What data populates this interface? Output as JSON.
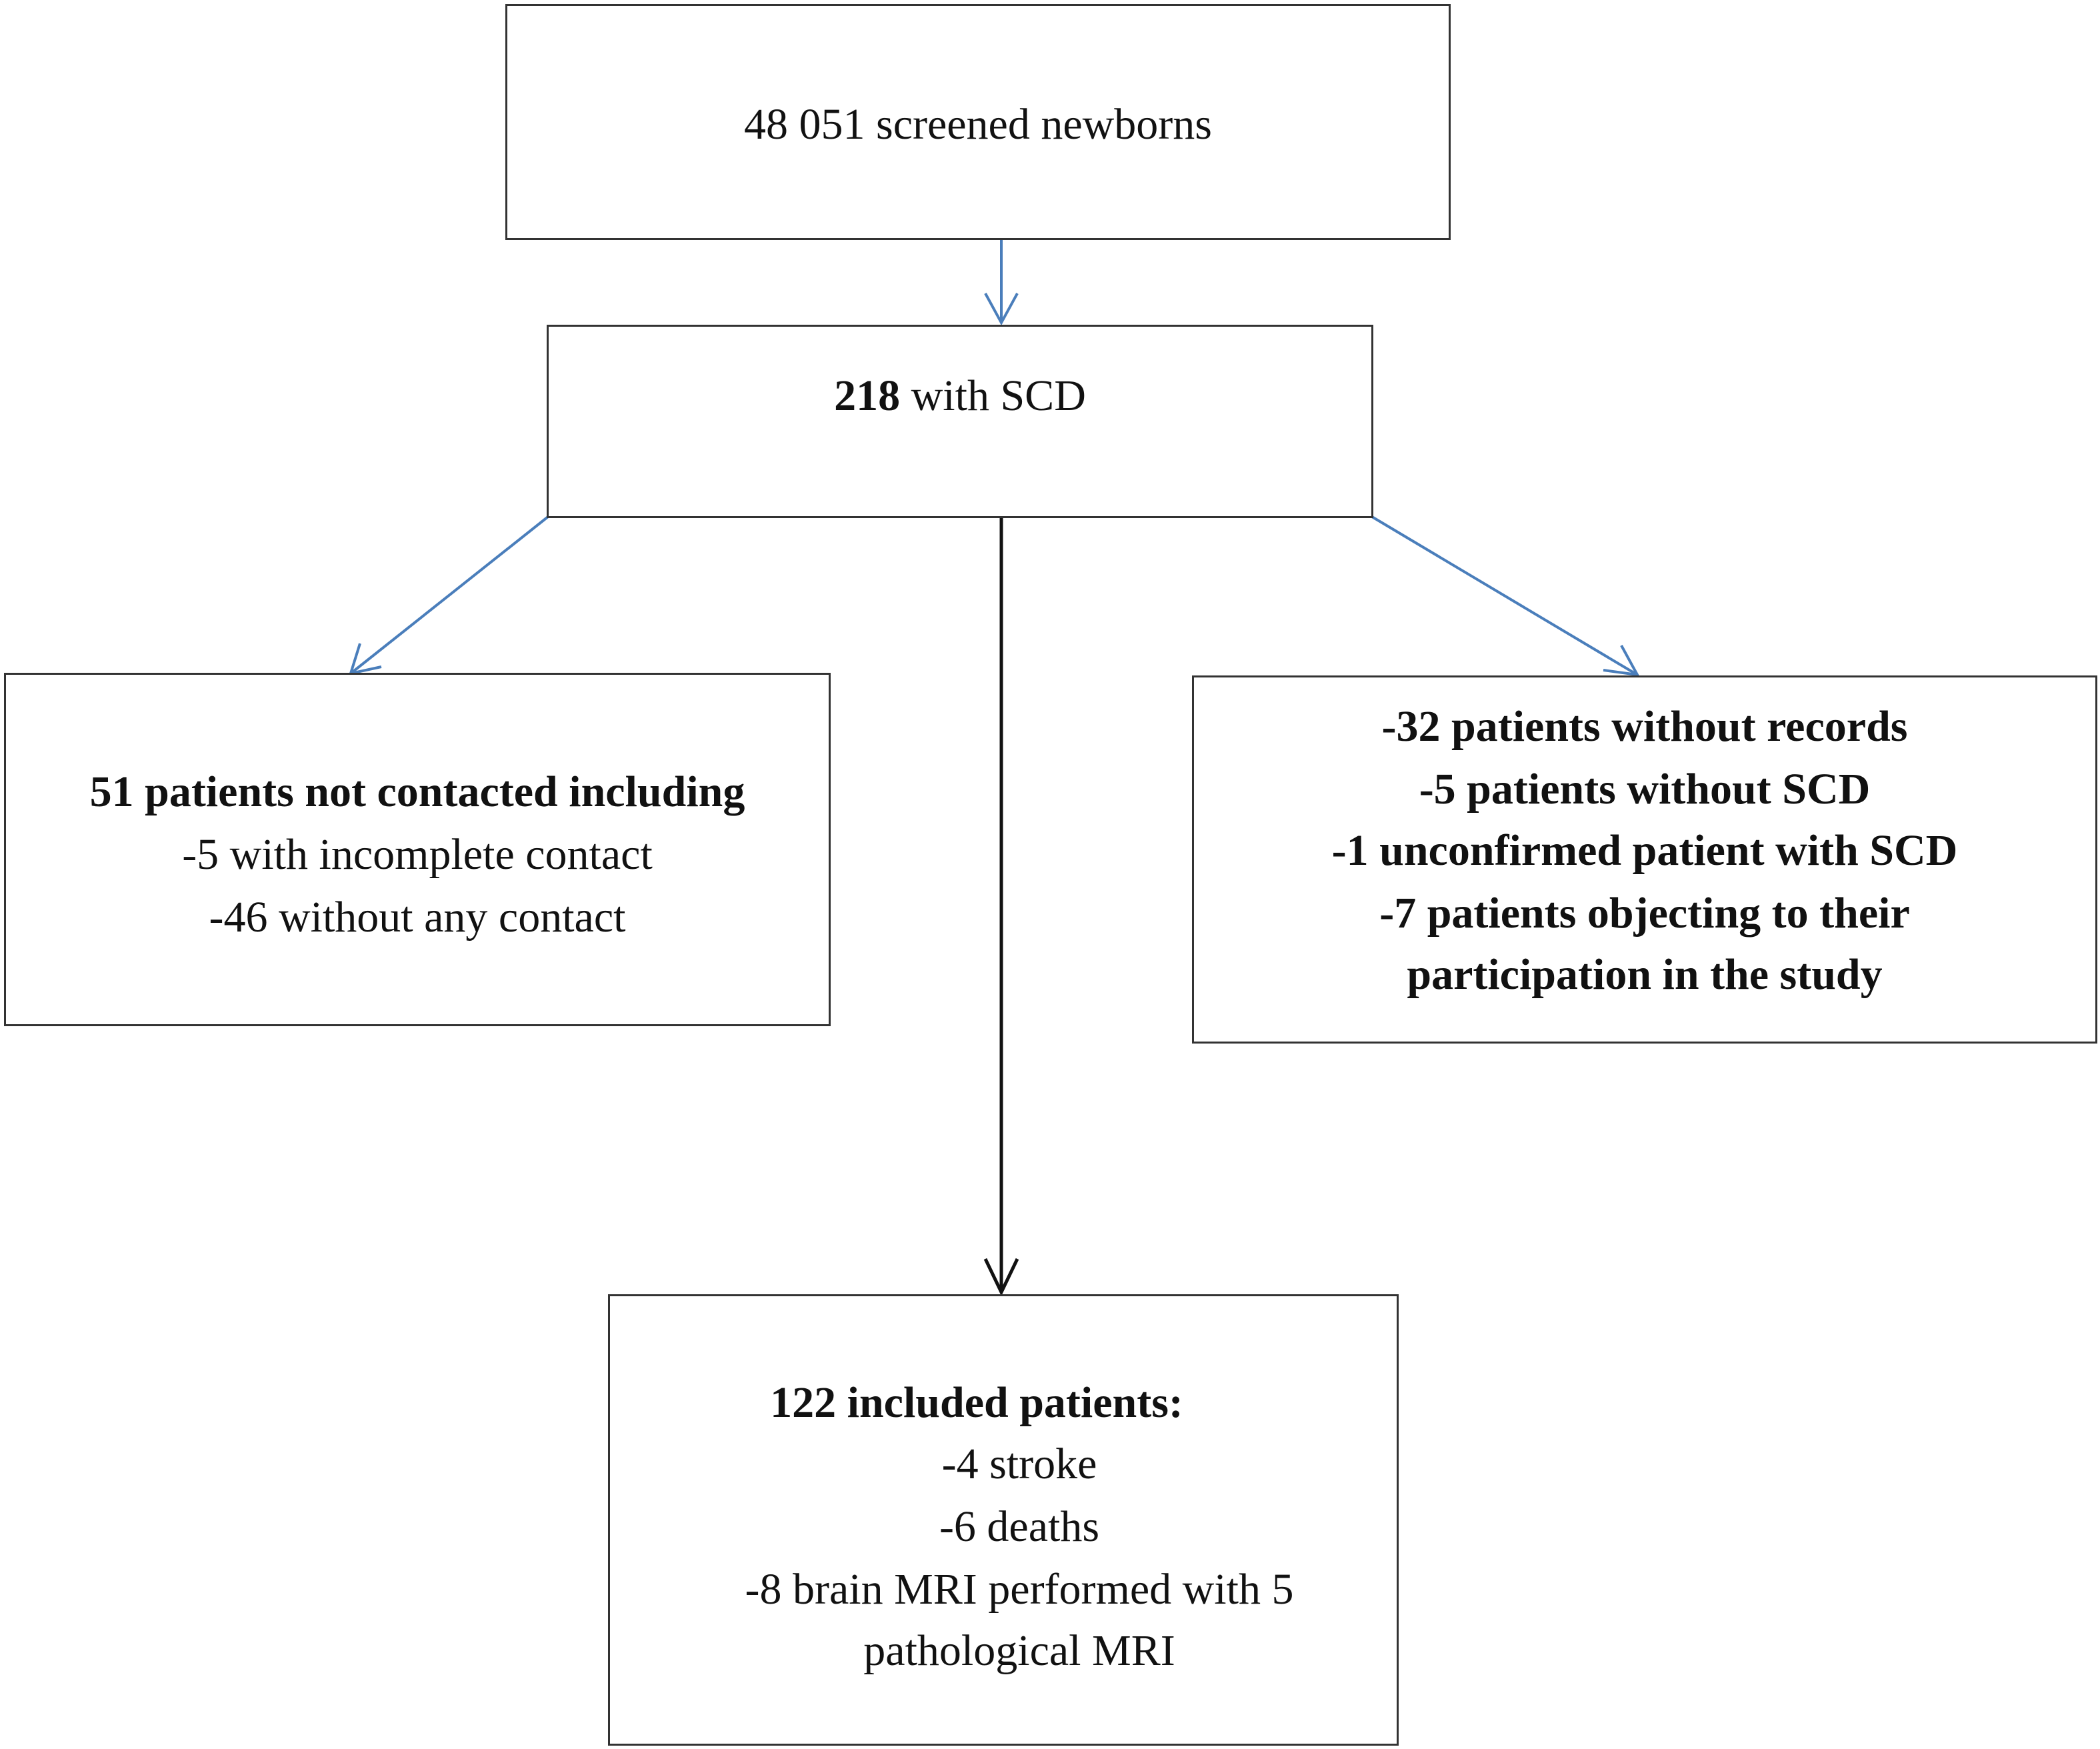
{
  "boxes": {
    "screened": {
      "line1": "48 051 screened newborns"
    },
    "scd": {
      "count": "218",
      "text": " with SCD"
    },
    "not_contacted": {
      "heading": "51 patients not contacted including",
      "items": [
        "-5 with incomplete contact",
        "-46 without any contact"
      ]
    },
    "excluded": {
      "items": [
        "-32 patients without records",
        "-5 patients without SCD",
        "-1 unconfirmed patient with SCD",
        "-7 patients objecting to their",
        "participation in the study"
      ]
    },
    "included": {
      "heading": "122 included patients:",
      "items": [
        "-4 stroke",
        "-6 deaths",
        "-8 brain MRI performed with 5",
        "pathological MRI"
      ]
    }
  },
  "colors": {
    "blue_arrow": "#4a7ebb",
    "black_arrow": "#111111",
    "box_border": "#333333"
  }
}
